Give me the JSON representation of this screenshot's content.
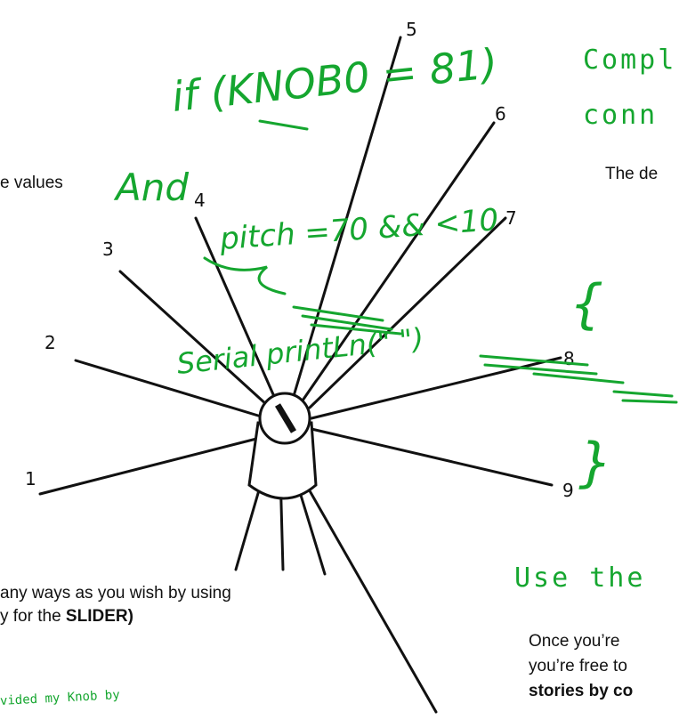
{
  "headings": {
    "complete_fragment": "Compl",
    "connect_fragment": "conn",
    "use_the": "Use the"
  },
  "worksheet_text": {
    "values_fragment": "e values",
    "description_fragment": "The de",
    "ways_line": "any ways as you wish by using",
    "slider_line_prefix": "y for the ",
    "slider_bold": "SLIDER)",
    "once_line": "Once you’re",
    "free_line": "you’re free to",
    "stories_line": "stories by co",
    "provided_line": "vided my Knob by"
  },
  "knob_positions": [
    "1",
    "2",
    "3",
    "4",
    "5",
    "6",
    "7",
    "8",
    "9"
  ],
  "handwriting": {
    "if_line": "if (KNOB0 = 81)",
    "and_word": "And",
    "pitch_line": "pitch =70 && <10",
    "open_brace": "{",
    "serial_line": "Serial printLn(\" \")",
    "close_brace": "}"
  },
  "colors": {
    "ink_green": "#15a62f",
    "pen_black": "#111111"
  }
}
